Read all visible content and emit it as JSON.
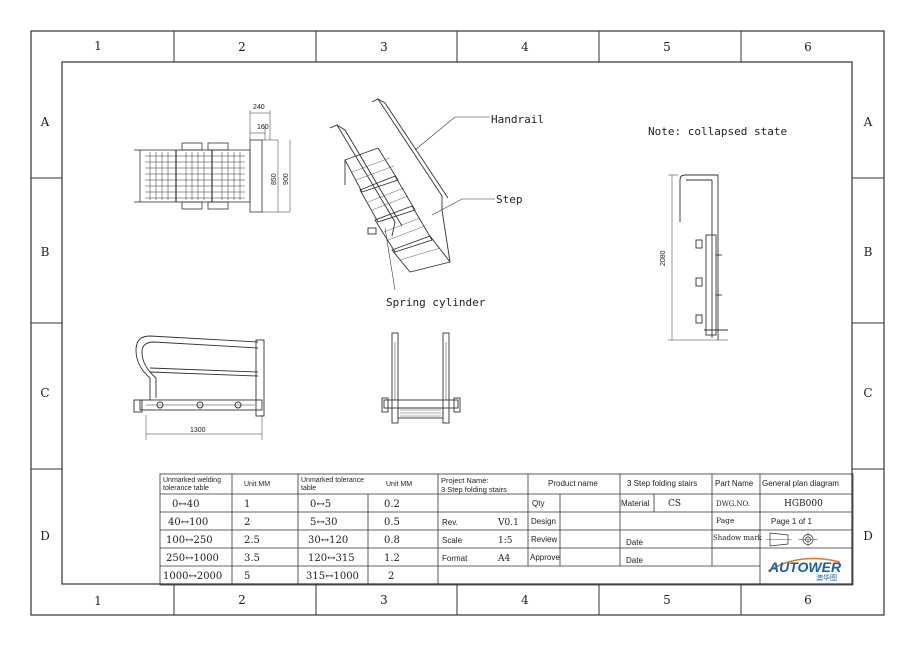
{
  "zone_columns": [
    "1",
    "2",
    "3",
    "4",
    "5",
    "6"
  ],
  "zone_rows": [
    "A",
    "B",
    "C",
    "D"
  ],
  "labels": {
    "handrail": "Handrail",
    "step": "Step",
    "spring_cylinder": "Spring cylinder",
    "note": "Note: collapsed state"
  },
  "dimensions": {
    "top_view_240": "240",
    "top_view_160": "160",
    "top_view_850": "850",
    "top_view_900": "900",
    "collapsed_height": "2080",
    "side_length": "1300"
  },
  "title_block": {
    "weld_header": "Unmarked welding tolerance table",
    "weld_unit": "Unit MM",
    "weld_rows": [
      [
        "0↔40",
        "1"
      ],
      [
        "40↔100",
        "2"
      ],
      [
        "100↔250",
        "2.5"
      ],
      [
        "250↔1000",
        "3.5"
      ],
      [
        "1000↔2000",
        "5"
      ]
    ],
    "tol_header": "Unmarked tolerance table",
    "tol_unit": "Unit MM",
    "tol_rows": [
      [
        "0↔5",
        "0.2"
      ],
      [
        "5↔30",
        "0.5"
      ],
      [
        "30↔120",
        "0.8"
      ],
      [
        "120↔315",
        "1.2"
      ],
      [
        "315↔1000",
        "2"
      ]
    ],
    "project_label": "Project Name:",
    "project_name": "3 Step folding stairs",
    "product_name_label": "Product name",
    "product_name": "3 Step folding stairs",
    "part_name_label": "Part Name",
    "part_name": "General plan diagram",
    "qty_label": "Qty",
    "material_label": "Material",
    "material": "CS",
    "dwg_label": "DWG.NO.",
    "dwg_no": "HGB000",
    "rev_label": "Rev.",
    "rev": "V0.1",
    "design_label": "Design",
    "page_label": "Page",
    "page": "Page 1 of 1",
    "scale_label": "Scale",
    "scale": "1:5",
    "review_label": "Review",
    "date_label_1": "Date",
    "shadow_label": "Shadow mark",
    "format_label": "Format",
    "format": "A4",
    "approve_label": "Approve",
    "date_label_2": "Date",
    "logo_text": "AUTOWER",
    "logo_sub": "澳华图"
  }
}
